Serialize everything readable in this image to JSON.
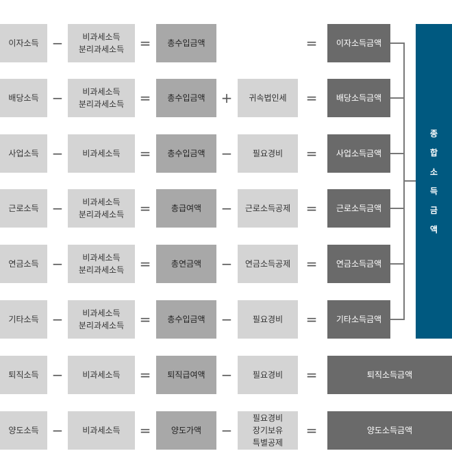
{
  "rows": [
    {
      "income": "이자소득",
      "op1": "−",
      "excluded": "비과세소득\n분리과세소득",
      "op2": "=",
      "gross": "총수입금액",
      "op3": "",
      "adjust": "",
      "op4": "=",
      "result": "이자소득금액"
    },
    {
      "income": "배당소득",
      "op1": "−",
      "excluded": "비과세소득\n분리과세소득",
      "op2": "=",
      "gross": "총수입금액",
      "op3": "+",
      "adjust": "귀속법인세",
      "op4": "=",
      "result": "배당소득금액"
    },
    {
      "income": "사업소득",
      "op1": "−",
      "excluded": "비과세소득",
      "op2": "=",
      "gross": "총수입금액",
      "op3": "−",
      "adjust": "필요경비",
      "op4": "=",
      "result": "사업소득금액"
    },
    {
      "income": "근로소득",
      "op1": "−",
      "excluded": "비과세소득\n분리과세소득",
      "op2": "=",
      "gross": "총급여액",
      "op3": "−",
      "adjust": "근로소득공제",
      "op4": "=",
      "result": "근로소득금액"
    },
    {
      "income": "연금소득",
      "op1": "−",
      "excluded": "비과세소득\n분리과세소득",
      "op2": "=",
      "gross": "총연금액",
      "op3": "−",
      "adjust": "연금소득공제",
      "op4": "=",
      "result": "연금소득금액"
    },
    {
      "income": "기타소득",
      "op1": "−",
      "excluded": "비과세소득\n분리과세소득",
      "op2": "=",
      "gross": "총수입금액",
      "op3": "−",
      "adjust": "필요경비",
      "op4": "=",
      "result": "기타소득금액"
    },
    {
      "income": "퇴직소득",
      "op1": "−",
      "excluded": "비과세소득",
      "op2": "=",
      "gross": "퇴직급여액",
      "op3": "−",
      "adjust": "필요경비",
      "op4": "=",
      "result": "퇴직소득금액"
    },
    {
      "income": "양도소득",
      "op1": "−",
      "excluded": "비과세소득",
      "op2": "=",
      "gross": "양도가액",
      "op3": "−",
      "adjust": "필요경비\n장기보유\n특별공제",
      "op4": "=",
      "result": "양도소득금액"
    }
  ],
  "total": {
    "chars": [
      "종",
      "합",
      "소",
      "득",
      "금",
      "액"
    ]
  },
  "colors": {
    "light": "#d4d4d4",
    "mid": "#a8a8a8",
    "dark": "#6a6a6a",
    "accent": "#005980",
    "connector": "#777777"
  }
}
